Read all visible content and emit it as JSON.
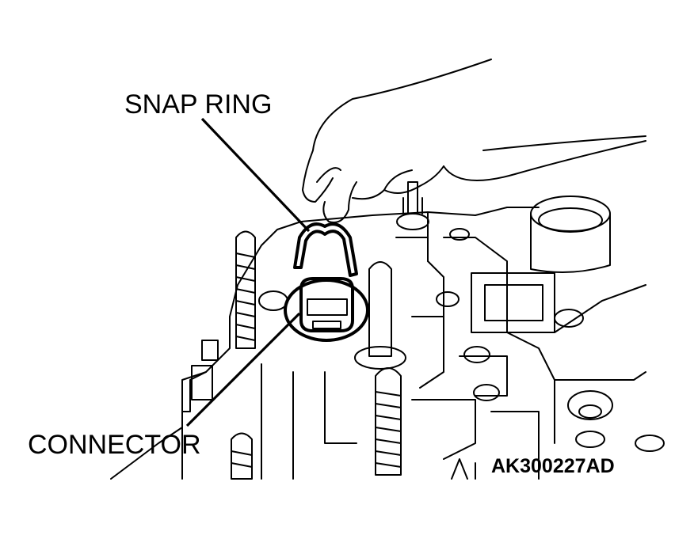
{
  "labels": {
    "snap_ring": "SNAP RING",
    "connector": "CONNECTOR",
    "figure_id": "AK300227AD"
  }
}
